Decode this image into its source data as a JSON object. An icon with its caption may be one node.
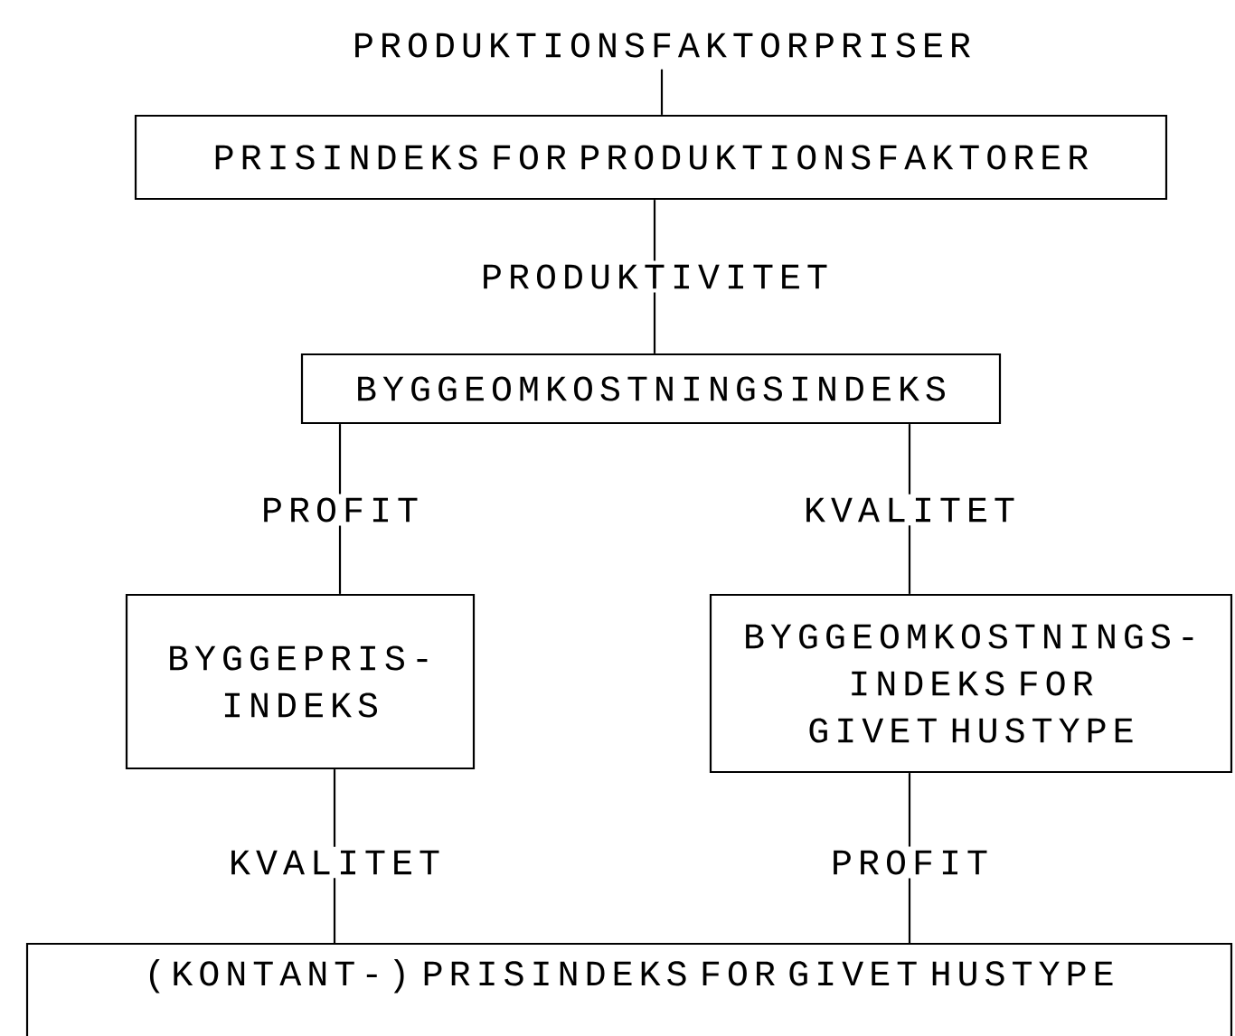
{
  "diagram": {
    "nodes": [
      {
        "text": [
          "PRODUKTIONSFAKTORPRISER"
        ]
      },
      {
        "text": [
          "PRISINDEKS FOR PRODUKTIONSFAKTORER"
        ]
      },
      {
        "text": [
          "BYGGEOMKOSTNINGSINDEKS"
        ]
      },
      {
        "text": [
          "BYGGEPRIS- INDEKS"
        ]
      },
      {
        "text": [
          "BYGGEOMKOSTNINGS- INDEKS FOR GIVET HUSTYPE"
        ]
      },
      {
        "text": [
          "(KONTANT-) PRISINDEKS FOR GIVET HUSTYPE"
        ]
      }
    ],
    "edges": [
      {
        "from": 0,
        "to": 1,
        "arrow": "none"
      },
      {
        "from": 1,
        "to": 2,
        "arrow": "none",
        "label": "PRODUKTIVITET"
      },
      {
        "from": 2,
        "to": 3,
        "arrow": "none",
        "label": "PROFIT"
      },
      {
        "from": 2,
        "to": 4,
        "arrow": "none",
        "label": "KVALITET"
      },
      {
        "from": 3,
        "to": 5,
        "arrow": "none",
        "label": "KVALITET"
      },
      {
        "from": 4,
        "to": 5,
        "arrow": "none",
        "label": "PROFIT"
      }
    ]
  }
}
